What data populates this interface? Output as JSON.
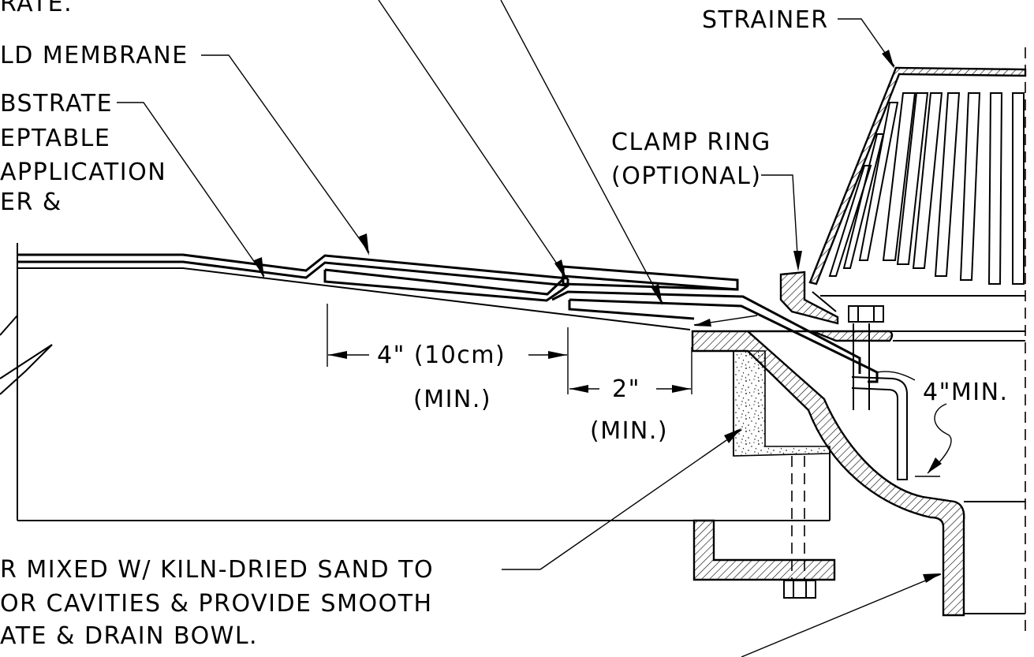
{
  "labels": {
    "top_left_cut": "RATE.",
    "membrane": "LD  MEMBRANE",
    "substrate_1": "BSTRATE",
    "substrate_2": "EPTABLE",
    "substrate_3": "APPLICATION",
    "substrate_4": "ER  &",
    "strainer": "STRAINER",
    "clamp_ring_1": "CLAMP  RING",
    "clamp_ring_2": "(OPTIONAL)",
    "dim_4in": "4\"  (10cm)",
    "dim_4in_min": "(MIN.)",
    "dim_2in": "2\"",
    "dim_2in_min": "(MIN.)",
    "min_4": "4\"MIN.",
    "note_1": "R  MIXED  W/  KILN-DRIED  SAND  TO",
    "note_2": "OR  CAVITIES  &  PROVIDE  SMOOTH",
    "note_3": "ATE  &  DRAIN  BOWL."
  }
}
